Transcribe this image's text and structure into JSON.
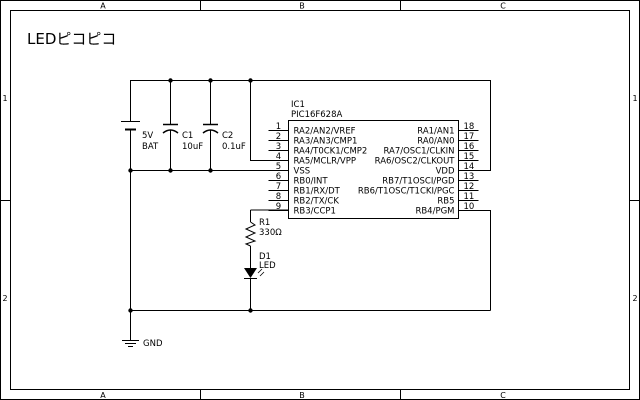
{
  "title": "LEDピコピコ",
  "frame": {
    "columns": [
      "A",
      "B",
      "C"
    ],
    "rows": [
      "1",
      "2"
    ]
  },
  "ic": {
    "ref": "IC1",
    "part": "PIC16F628A",
    "left_pins": [
      {
        "num": "1",
        "name": "RA2/AN2/VREF"
      },
      {
        "num": "2",
        "name": "RA3/AN3/CMP1"
      },
      {
        "num": "3",
        "name": "RA4/T0CK1/CMP2"
      },
      {
        "num": "4",
        "name": "RA5/MCLR/VPP"
      },
      {
        "num": "5",
        "name": "VSS"
      },
      {
        "num": "6",
        "name": "RB0/INT"
      },
      {
        "num": "7",
        "name": "RB1/RX/DT"
      },
      {
        "num": "8",
        "name": "RB2/TX/CK"
      },
      {
        "num": "9",
        "name": "RB3/CCP1"
      }
    ],
    "right_pins": [
      {
        "num": "18",
        "name": "RA1/AN1"
      },
      {
        "num": "17",
        "name": "RA0/AN0"
      },
      {
        "num": "16",
        "name": "RA7/OSC1/CLKIN"
      },
      {
        "num": "15",
        "name": "RA6/OSC2/CLKOUT"
      },
      {
        "num": "14",
        "name": "VDD"
      },
      {
        "num": "13",
        "name": "RB7/T1OSCI/PGD"
      },
      {
        "num": "12",
        "name": "RB6/T1OSC/T1CKI/PGC"
      },
      {
        "num": "11",
        "name": "RB5"
      },
      {
        "num": "10",
        "name": "RB4/PGM"
      }
    ]
  },
  "battery": {
    "value": "5V",
    "name": "BAT"
  },
  "c1": {
    "ref": "C1",
    "value": "10uF"
  },
  "c2": {
    "ref": "C2",
    "value": "0.1uF"
  },
  "r1": {
    "ref": "R1",
    "value": "330Ω"
  },
  "d1": {
    "ref": "D1",
    "value": "LED"
  },
  "gnd": {
    "label": "GND"
  }
}
